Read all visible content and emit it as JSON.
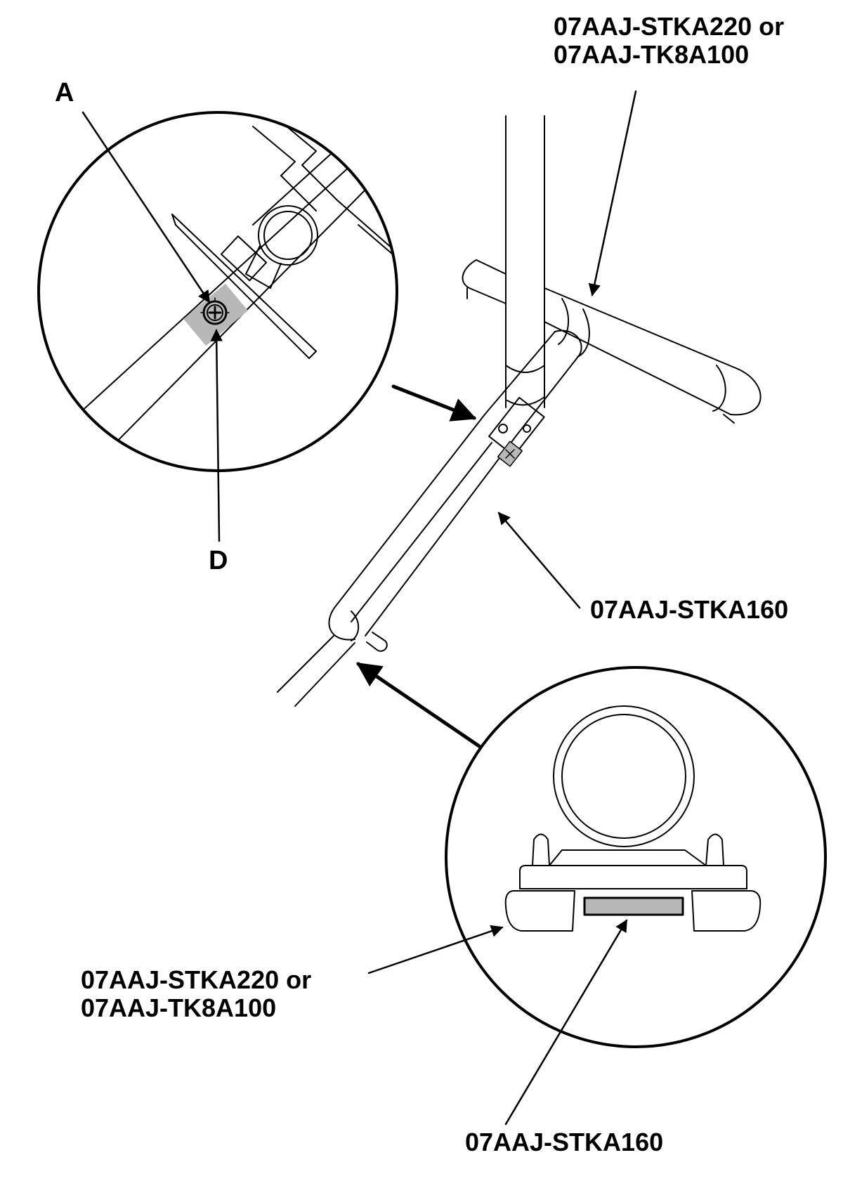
{
  "labels": {
    "top_right": {
      "line1": "07AAJ-STKA220 or",
      "line2": "07AAJ-TK8A100"
    },
    "mid_right": "07AAJ-STKA160",
    "bottom_left": {
      "line1": "07AAJ-STKA220 or",
      "line2": "07AAJ-TK8A100"
    },
    "bottom_center": "07AAJ-STKA160",
    "letter_a": "A",
    "letter_d": "D"
  },
  "colors": {
    "stroke": "#000000",
    "highlight": "#b8b8b8"
  }
}
